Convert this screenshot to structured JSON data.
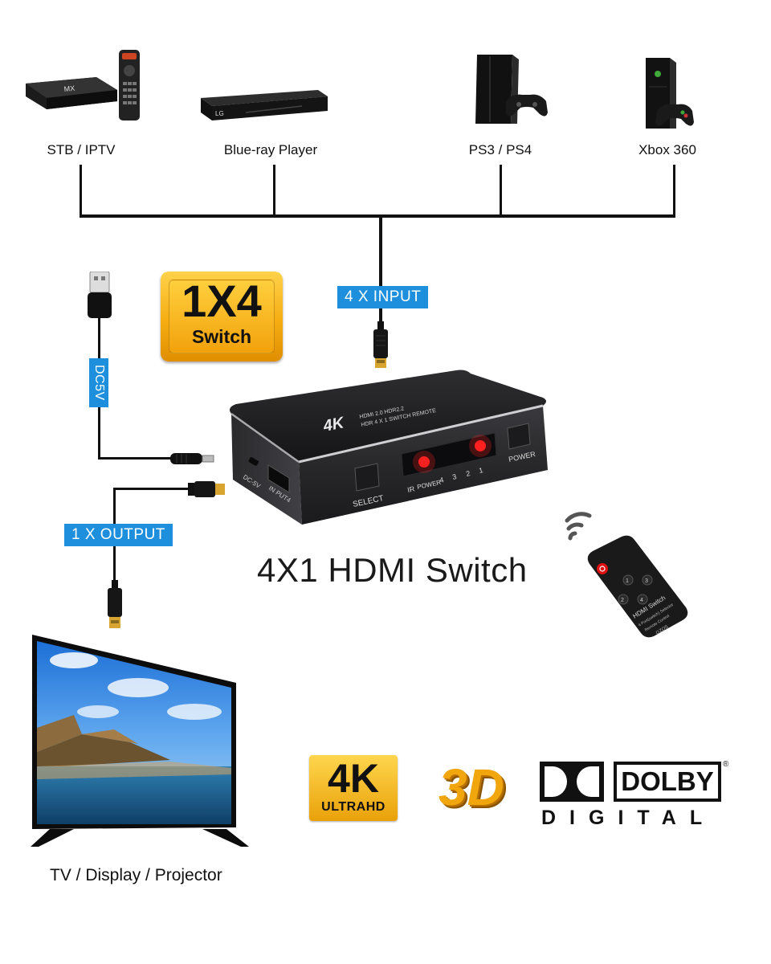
{
  "devices": [
    {
      "label": "STB / IPTV"
    },
    {
      "label": "Blue-ray Player"
    },
    {
      "label": "PS3 / PS4"
    },
    {
      "label": "Xbox 360"
    }
  ],
  "device_logos": {
    "stb": "MX",
    "bluray": "LG"
  },
  "tags": {
    "input": "4 X INPUT",
    "power": "DC5V",
    "output": "1 X OUTPUT"
  },
  "badge_1x4": {
    "big": "1X4",
    "small": "Switch"
  },
  "switch_box": {
    "logo": "4K",
    "top_line1": "HDMI 2.0 HDR2.2",
    "top_line2": "HDR  4 X 1 SWITCH REMOTE",
    "select_label": "SELECT",
    "power_label": "POWER",
    "ir_label": "IR",
    "power_led_label": "POWER",
    "port_numbers": [
      "4",
      "3",
      "2",
      "1"
    ],
    "dc_label": "DC-5V",
    "input4_label": "IN PUT4"
  },
  "main_title": "4X1 HDMI Switch",
  "remote": {
    "buttons": [
      "1",
      "2",
      "3",
      "4"
    ],
    "line1": "HDMI Switch",
    "line2": "4 Port(switch) Selector",
    "line3": "Remote Control",
    "line4": "OZOS"
  },
  "tv_label": "TV / Display / Projector",
  "badge_4k": {
    "big": "4K",
    "small": "ULTRAHD"
  },
  "badge_3d": "3D",
  "dolby": {
    "brand": "DOLBY",
    "sub": "DIGITAL",
    "reg": "®"
  },
  "colors": {
    "tag_blue": "#1d8fdc",
    "gold": "#f5ad12",
    "led_red": "#ff2020",
    "wire": "#111111"
  }
}
